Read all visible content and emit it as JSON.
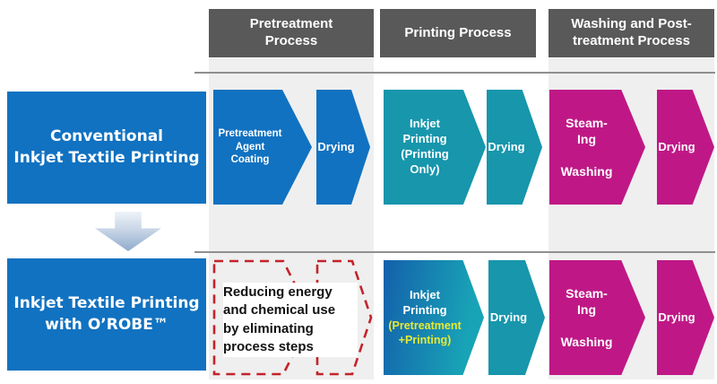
{
  "colors": {
    "blue": "#1172c1",
    "teal": "#1796ac",
    "magenta": "#bf1886",
    "header_gray": "#595959",
    "column_gray": "#efefef",
    "dashed_red": "#c4232a",
    "highlight_yellow": "#e8e932"
  },
  "headers": [
    {
      "label": "Pretreatment\nProcess"
    },
    {
      "label": "Printing Process"
    },
    {
      "label": "Washing and Post-\ntreatment Process"
    }
  ],
  "rows": [
    {
      "label": "Conventional\nInkjet Textile Printing",
      "pretreatment": {
        "coating": "Pretreatment\nAgent\nCoating",
        "drying": "Drying"
      },
      "printing": {
        "inkjet": "Inkjet\nPrinting\n(Printing\nOnly)",
        "drying": "Drying"
      },
      "washing": {
        "steaming": "Steam-\nIng\n\nWashing",
        "drying": "Drying"
      }
    },
    {
      "label": "Inkjet Textile Printing\nwith O’ROBE™",
      "pretreatment_note": "Reducing energy\nand chemical use\nby eliminating\nprocess steps",
      "printing": {
        "inkjet_main": "Inkjet\nPrinting",
        "inkjet_sub": "(Pretreatment\n+Printing)",
        "drying": "Drying"
      },
      "washing": {
        "steaming": "Steam-\nIng\n\nWashing",
        "drying": "Drying"
      }
    }
  ]
}
